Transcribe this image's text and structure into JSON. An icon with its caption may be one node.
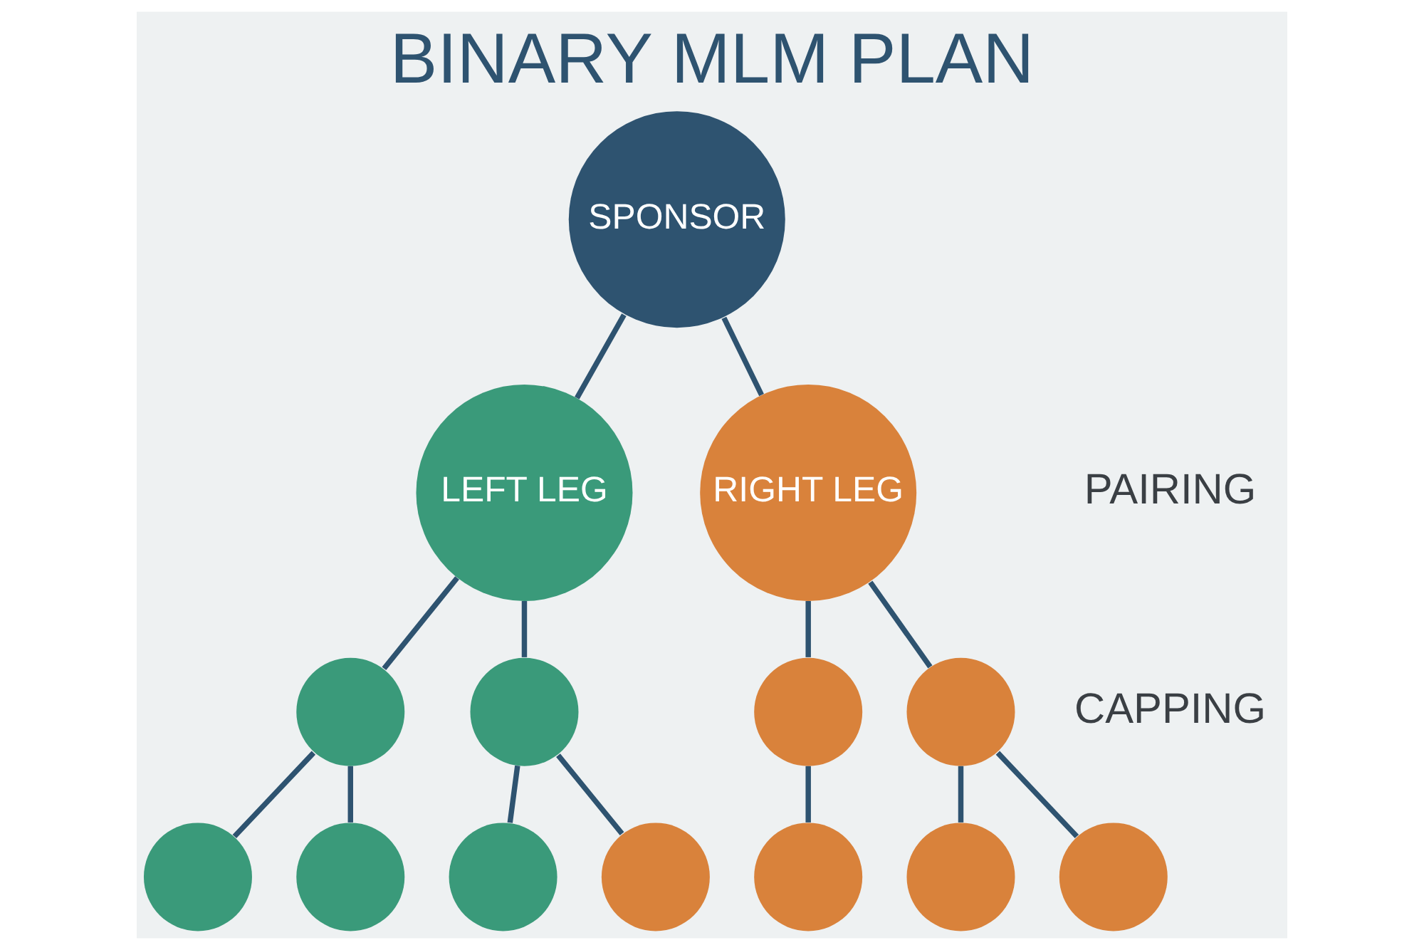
{
  "diagram": {
    "title": "BINARY MLM PLAN",
    "nodes": [
      {
        "text": [
          "SPONSOR"
        ]
      },
      {
        "text": [
          "LEFT LEG"
        ]
      },
      {
        "text": [
          "RIGHT LEG"
        ]
      },
      {
        "text": [],
        "shape": "circle"
      },
      {
        "text": [],
        "shape": "circle"
      },
      {
        "text": [],
        "shape": "circle"
      },
      {
        "text": [],
        "shape": "circle"
      },
      {
        "text": [],
        "shape": "circle"
      },
      {
        "text": [],
        "shape": "circle"
      },
      {
        "text": [],
        "shape": "circle"
      },
      {
        "text": [],
        "shape": "circle"
      },
      {
        "text": [],
        "shape": "circle"
      },
      {
        "text": [],
        "shape": "circle"
      },
      {
        "text": [],
        "shape": "circle"
      }
    ],
    "edges": [
      {
        "from": 0,
        "to": 1,
        "arrow": "none"
      },
      {
        "from": 0,
        "to": 2,
        "arrow": "none"
      },
      {
        "from": 1,
        "to": 3,
        "arrow": "none"
      },
      {
        "from": 1,
        "to": 4,
        "arrow": "none"
      },
      {
        "from": 2,
        "to": 5,
        "arrow": "none"
      },
      {
        "from": 2,
        "to": 6,
        "arrow": "none"
      },
      {
        "from": 3,
        "to": 7,
        "arrow": "none"
      },
      {
        "from": 3,
        "to": 8,
        "arrow": "none"
      },
      {
        "from": 4,
        "to": 9,
        "arrow": "none"
      },
      {
        "from": 4,
        "to": 10,
        "arrow": "none"
      },
      {
        "from": 5,
        "to": 11,
        "arrow": "none"
      },
      {
        "from": 6,
        "to": 12,
        "arrow": "none"
      },
      {
        "from": 6,
        "to": 13,
        "arrow": "none"
      }
    ],
    "labels": [
      "PAIRING",
      "CAPPING"
    ]
  }
}
